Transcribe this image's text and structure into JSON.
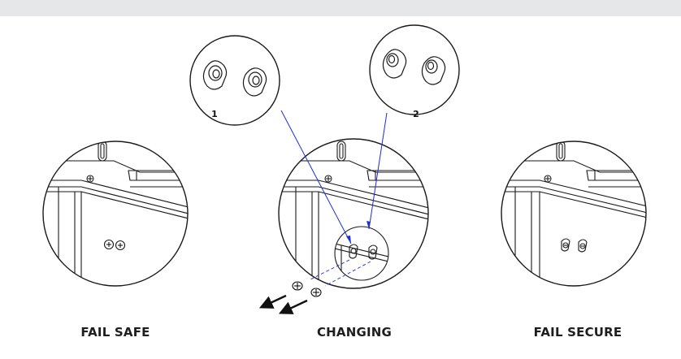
{
  "captions": {
    "fail_safe": "FAIL SAFE",
    "changing": "CHANGING",
    "fail_secure": "FAIL SECURE"
  },
  "callouts": {
    "position_1": "1",
    "position_2": "2"
  },
  "colors": {
    "line": "#1a1a1a",
    "leader": "#1c2fd6",
    "top_bar": "#e6e7e8"
  }
}
